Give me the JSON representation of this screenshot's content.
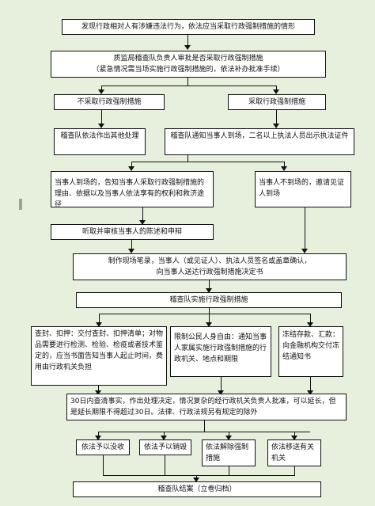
{
  "diagram": {
    "n1": "发现行政相对人有涉嫌违法行为，依法应当采取行政强制措施的情形",
    "n2_line1": "质监局稽查队负责人审批是否采取行政强制措施",
    "n2_line2": "（紧急情况需当场实施行政强制措施的，依法补办批准手续）",
    "n3a": "不采取行政强制措施",
    "n3b": "采取行政强制措施",
    "n4a": "稽查队依法作出其他处理",
    "n4b": "稽查队通知当事人到场，二名以上执法人员出示执法证件",
    "n5a": "当事人到场的，告知当事人采取行政强制措施的理由、依据以及当事人依法享有的权利和救济途径",
    "n5b": "当事人不到场的，邀请见证人到场",
    "n6": "听取并审核当事人的陈述和申辩",
    "n7_line1": "制作现场笔录，当事人（或见证人）、执法人员签名或盖章确认，",
    "n7_line2": "向当事人送达行政强制措施决定书",
    "n8": "稽查队实施行政强制措施",
    "n9a": "查封、扣押：交付查封、扣押清单；对物品需要进行检测、检验、检疫或者技术鉴定的，应当书面告知当事人起止时间，费用由行政机关负担",
    "n9b": "限制公民人身自由：通知当事人家属实施行政强制措施的行政机关、地点和期限",
    "n9c": "冻结存款、汇款：向金融机构交付冻结通知书",
    "n10": "30日内查清事实，作出处理决定，情况复杂的经行政机关负责人批准，可以延长，但是延长期限不得超过30日。法律、行政法规另有规定的除外",
    "n11a": "依法予以没收",
    "n11b": "依法予以销毁",
    "n11c": "依法解除强制措施",
    "n11d": "依法移送有关机关",
    "n12": "稽查队结案（立卷归档）"
  }
}
